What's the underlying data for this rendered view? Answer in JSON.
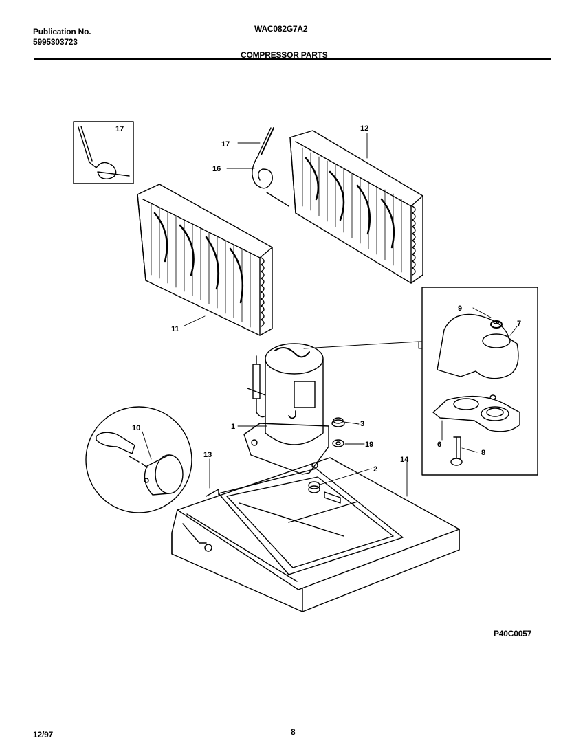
{
  "header": {
    "publication_label": "Publication No.",
    "publication_number": "5995303723",
    "model": "WAC082G7A2",
    "section_title": "COMPRESSOR PARTS"
  },
  "diagram": {
    "callouts": {
      "c1": "1",
      "c2": "2",
      "c3": "3",
      "c6": "6",
      "c7": "7",
      "c8": "8",
      "c9": "9",
      "c10": "10",
      "c11": "11",
      "c12": "12",
      "c13": "13",
      "c14": "14",
      "c16": "16",
      "c17a": "17",
      "c17b": "17",
      "c19": "19"
    },
    "drawing_code": "P40C0057"
  },
  "footer": {
    "date": "12/97",
    "page_number": "8"
  }
}
